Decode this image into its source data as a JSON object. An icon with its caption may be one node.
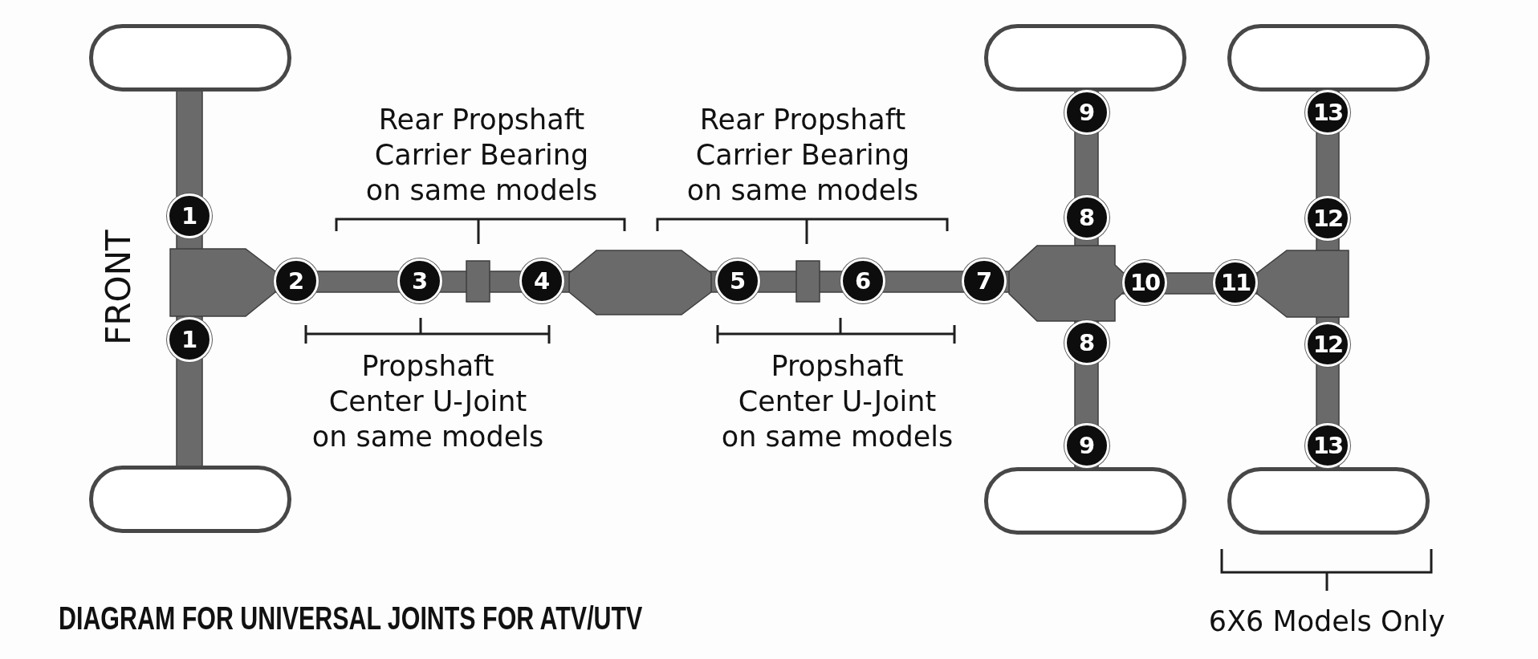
{
  "diagram": {
    "title": "DIAGRAM FOR UNIVERSAL JOINTS FOR ATV/UTV",
    "nodes": [
      {
        "text": [
          "1"
        ]
      },
      {
        "text": [
          "1"
        ]
      },
      {
        "text": [
          "2"
        ]
      },
      {
        "text": [
          "3"
        ]
      },
      {
        "text": [
          "4"
        ]
      },
      {
        "text": [
          "5"
        ]
      },
      {
        "text": [
          "6"
        ]
      },
      {
        "text": [
          "7"
        ]
      },
      {
        "text": [
          "9"
        ]
      },
      {
        "text": [
          "8"
        ]
      },
      {
        "text": [
          "8"
        ]
      },
      {
        "text": [
          "9"
        ]
      },
      {
        "text": [
          "10"
        ]
      },
      {
        "text": [
          "11"
        ]
      },
      {
        "text": [
          "13"
        ]
      },
      {
        "text": [
          "12"
        ]
      },
      {
        "text": [
          "12"
        ]
      },
      {
        "text": [
          "13"
        ]
      }
    ],
    "labels": [
      "Rear Propshaft Carrier Bearing on same models",
      "Rear Propshaft Carrier Bearing on same models",
      "FRONT",
      "Propshaft Center U-Joint on same models",
      "Propshaft Center U-Joint on same models",
      "6X6 Models Only"
    ]
  }
}
